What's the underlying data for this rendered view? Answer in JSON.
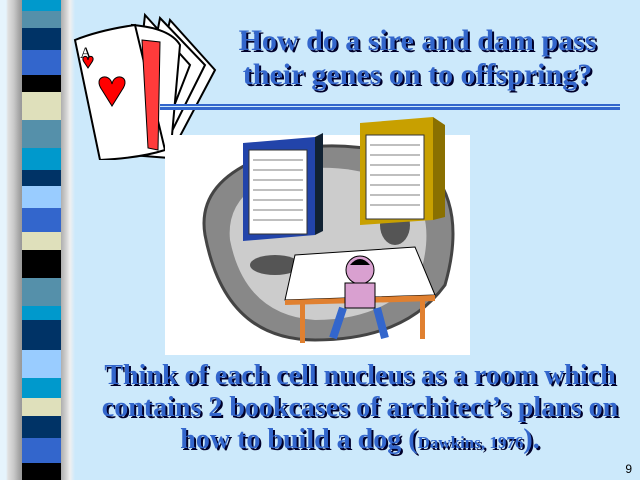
{
  "slide": {
    "title_line1": "How do a sire and dam pass",
    "title_line2": "their genes on to offspring?",
    "body_line1": "Think of each cell nucleus as a room which",
    "body_line2": "contains 2 bookcases of architect’s plans on",
    "body_line3_main": "how to build a dog (",
    "citation": "Dawkins, 1976",
    "body_line3_end": ").",
    "page_number": "9"
  },
  "colors": {
    "background": "#cce9fb",
    "accent": "#3366cc",
    "shadow": "#00002a"
  },
  "stripe_colors": [
    "#0099cc",
    "#5590aa",
    "#003366",
    "#3366cc",
    "#000000",
    "#dfe0bb",
    "#5590aa",
    "#0099cc",
    "#003366",
    "#99ccff",
    "#3366cc",
    "#dfe0bb",
    "#000000",
    "#5590aa",
    "#0099cc",
    "#003366",
    "#99ccff",
    "#0099cc",
    "#dfe0bb",
    "#003366",
    "#3366cc",
    "#000000"
  ],
  "icons": [
    "playing-cards-icon",
    "architect-at-desk-illustration"
  ]
}
